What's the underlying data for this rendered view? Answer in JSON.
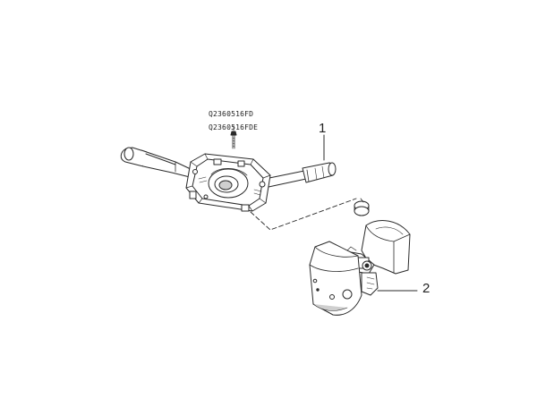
{
  "diagram": {
    "part_numbers": [
      "Q2360516FD",
      "Q2360516FDE"
    ],
    "callouts": [
      "1",
      "2"
    ],
    "colors": {
      "line": "#2a2a2a",
      "shade": "#cfcfcf",
      "fill": "#ffffff"
    }
  }
}
